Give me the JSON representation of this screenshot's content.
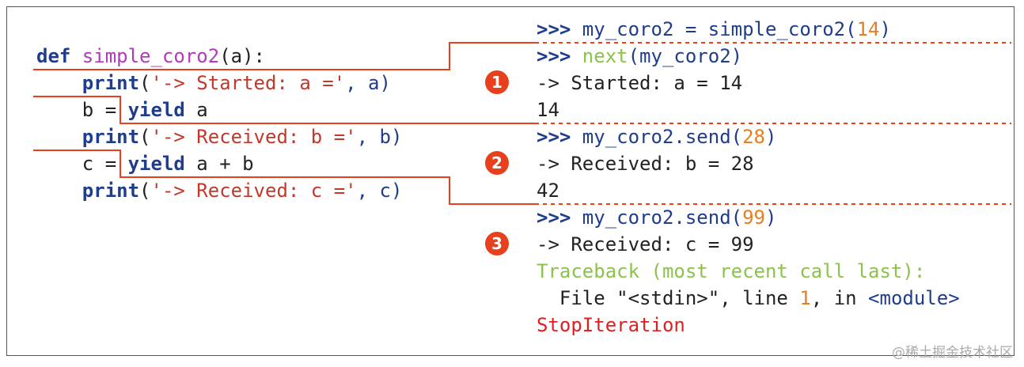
{
  "source": {
    "lines": [
      [
        {
          "t": "def ",
          "c": "kw"
        },
        {
          "t": "simple_coro2",
          "c": "fn"
        },
        {
          "t": "(a):",
          "c": ""
        }
      ],
      [
        {
          "t": "    ",
          "c": ""
        },
        {
          "t": "print",
          "c": "kw"
        },
        {
          "t": "(",
          "c": ""
        },
        {
          "t": "'-> Started: a ='",
          "c": "str"
        },
        {
          "t": ", a)",
          "c": "var"
        }
      ],
      [
        {
          "t": "    b = ",
          "c": ""
        },
        {
          "t": "yield",
          "c": "kw"
        },
        {
          "t": " a",
          "c": ""
        }
      ],
      [
        {
          "t": "    ",
          "c": ""
        },
        {
          "t": "print",
          "c": "kw"
        },
        {
          "t": "(",
          "c": ""
        },
        {
          "t": "'-> Received: b ='",
          "c": "str"
        },
        {
          "t": ", b)",
          "c": "var"
        }
      ],
      [
        {
          "t": "    c = ",
          "c": ""
        },
        {
          "t": "yield",
          "c": "kw"
        },
        {
          "t": " a + b",
          "c": ""
        }
      ],
      [
        {
          "t": "    ",
          "c": ""
        },
        {
          "t": "print",
          "c": "kw"
        },
        {
          "t": "(",
          "c": ""
        },
        {
          "t": "'-> Received: c ='",
          "c": "str"
        },
        {
          "t": ", c)",
          "c": "var"
        }
      ]
    ]
  },
  "console": {
    "lines": [
      [
        {
          "t": ">>> ",
          "c": "prompt"
        },
        {
          "t": "my_coro2 = simple_coro2(",
          "c": "var"
        },
        {
          "t": "14",
          "c": "num"
        },
        {
          "t": ")",
          "c": "var"
        }
      ],
      [
        {
          "t": ">>> ",
          "c": "prompt"
        },
        {
          "t": "next",
          "c": "tb"
        },
        {
          "t": "(my_coro2)",
          "c": "var"
        }
      ],
      [
        {
          "t": "-> Started: a = 14",
          "c": ""
        }
      ],
      [
        {
          "t": "14",
          "c": ""
        }
      ],
      [
        {
          "t": ">>> ",
          "c": "prompt"
        },
        {
          "t": "my_coro2.send(",
          "c": "var"
        },
        {
          "t": "28",
          "c": "num"
        },
        {
          "t": ")",
          "c": "var"
        }
      ],
      [
        {
          "t": "-> Received: b = 28",
          "c": ""
        }
      ],
      [
        {
          "t": "42",
          "c": ""
        }
      ],
      [
        {
          "t": ">>> ",
          "c": "prompt"
        },
        {
          "t": "my_coro2.send(",
          "c": "var"
        },
        {
          "t": "99",
          "c": "num"
        },
        {
          "t": ")",
          "c": "var"
        }
      ],
      [
        {
          "t": "-> Received: c = 99",
          "c": ""
        }
      ],
      [
        {
          "t": "Traceback (most recent call last):",
          "c": "tb"
        }
      ],
      [
        {
          "t": "  File \"<stdin>\", line ",
          "c": ""
        },
        {
          "t": "1",
          "c": "num"
        },
        {
          "t": ", in ",
          "c": ""
        },
        {
          "t": "<module>",
          "c": "mod"
        }
      ],
      [
        {
          "t": "StopIteration",
          "c": "err"
        }
      ]
    ]
  },
  "markers": [
    "1",
    "2",
    "3"
  ],
  "watermark": "@稀土掘金技术社区",
  "colors": {
    "accent": "#e8401c",
    "keyword": "#1f3d8a",
    "function": "#b13ab9",
    "string": "#c0392b",
    "number": "#e67e22",
    "traceback": "#8bc34a",
    "error": "#e02020"
  }
}
